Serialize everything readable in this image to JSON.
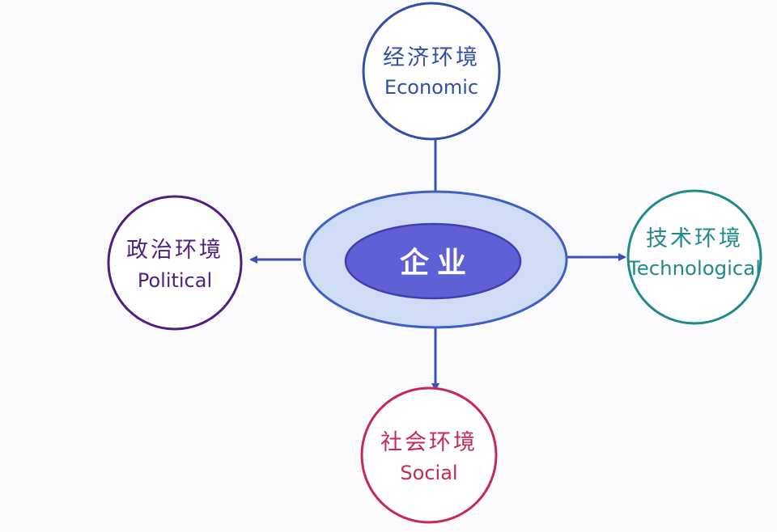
{
  "diagram": {
    "center": {
      "label": "企业",
      "outer_fill": "#cfdcf5",
      "inner_fill": "#5f5fd6",
      "stroke": "#3f5fc7",
      "text_color": "#ffffff"
    },
    "nodes": {
      "economic": {
        "cn": "经济环境",
        "en": "Economic",
        "color": "#324fa6"
      },
      "political": {
        "cn": "政治环境",
        "en": "Political",
        "color": "#4f1f82"
      },
      "technological": {
        "cn": "技术环境",
        "en": "Technological",
        "color": "#1f8a8a"
      },
      "social": {
        "cn": "社会环境",
        "en": "Social",
        "color": "#c52a56"
      }
    },
    "arrow_color": "#3a52b8"
  }
}
